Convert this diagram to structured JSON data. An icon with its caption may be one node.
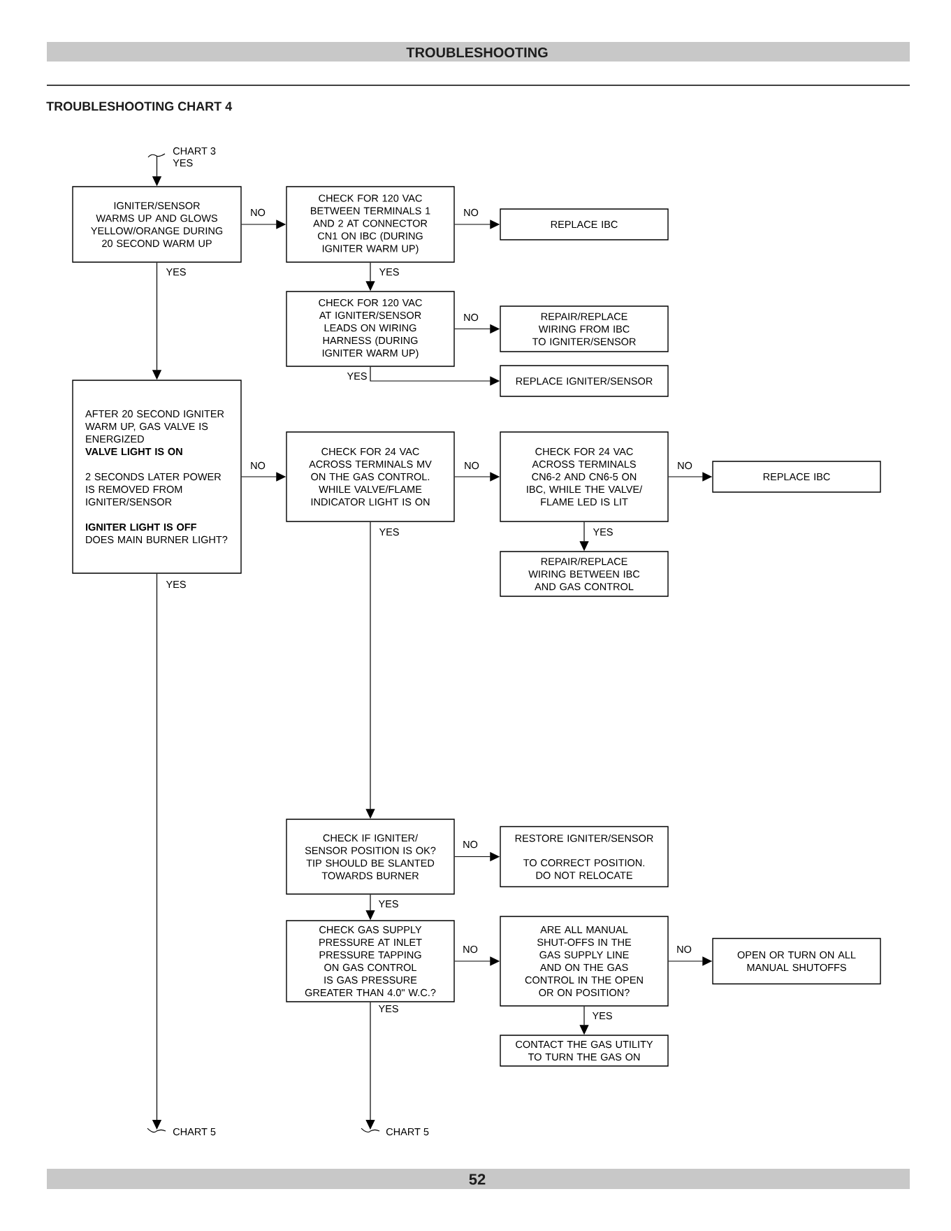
{
  "diagram": {
    "title": "TROUBLESHOOTING CHART 4",
    "nodes": [
      {
        "text": [
          "CHART 3"
        ]
      },
      {
        "text": [
          "IGNITER/SENSOR WARMS UP AND GLOWS YELLOW/ORANGE DURING 20 SECOND WARM UP"
        ]
      },
      {
        "text": [
          "CHECK FOR 120 VAC BETWEEN TERMINALS 1 AND 2 AT CONNECTOR CN1 ON IBC (DURING IGNITER WARM UP)"
        ]
      },
      {
        "text": [
          "REPLACE IBC"
        ]
      },
      {
        "text": [
          "CHECK FOR 120 VAC AT IGNITER/SENSOR LEADS ON WIRING HARNESS (DURING IGNITER WARM UP)"
        ]
      },
      {
        "text": [
          "REPAIR/REPLACE WIRING FROM IBC TO IGNITER/SENSOR"
        ]
      },
      {
        "text": [
          "REPLACE IGNITER/SENSOR"
        ]
      },
      {
        "text": [
          "AFTER 20 SECOND IGNITER WARM UP, GAS VALVE IS ENERGIZED",
          "VALVE LIGHT IS ON",
          "2 SECONDS LATER POWER IS REMOVED FROM IGNITER/SENSOR",
          "IGNITER LIGHT IS OFF",
          "DOES MAIN BURNER LIGHT?"
        ]
      },
      {
        "text": [
          "CHECK FOR 24 VAC ACROSS TERMINALS MV ON THE GAS CONTROL. WHILE VALVE/FLAME INDICATOR LIGHT IS ON"
        ]
      },
      {
        "text": [
          "CHECK FOR 24 VAC ACROSS TERMINALS CN6-2 AND CN6-5 ON IBC, WHILE THE VALVE/ FLAME LED IS LIT"
        ]
      },
      {
        "text": [
          "REPLACE IBC"
        ]
      },
      {
        "text": [
          "REPAIR/REPLACE WIRING BETWEEN IBC AND GAS CONTROL"
        ]
      },
      {
        "text": [
          "CHECK IF IGNITER/ SENSOR POSITION IS OK? TIP SHOULD BE SLANTED TOWARDS BURNER"
        ]
      },
      {
        "text": [
          "RESTORE IGNITER/SENSOR",
          "TO CORRECT POSITION. DO NOT RELOCATE"
        ]
      },
      {
        "text": [
          "CHECK GAS SUPPLY PRESSURE AT INLET PRESSURE TAPPING ON GAS CONTROL IS GAS PRESSURE GREATER THAN 4.0\" W.C.?"
        ]
      },
      {
        "text": [
          "ARE ALL MANUAL SHUT-OFFS IN THE GAS SUPPLY LINE AND ON THE GAS CONTROL IN THE OPEN OR ON POSITION?"
        ]
      },
      {
        "text": [
          "OPEN OR TURN ON ALL MANUAL SHUTOFFS"
        ]
      },
      {
        "text": [
          "CONTACT THE GAS UTILITY TO TURN THE GAS ON"
        ]
      },
      {
        "text": [
          "CHART 5"
        ]
      },
      {
        "text": [
          "CHART 5"
        ]
      }
    ],
    "edges": [
      {
        "from": 0,
        "to": 1,
        "arrow": "to",
        "label": "YES"
      },
      {
        "from": 1,
        "to": 2,
        "arrow": "to",
        "label": "NO"
      },
      {
        "from": 2,
        "to": 3,
        "arrow": "to",
        "label": "NO"
      },
      {
        "from": 2,
        "to": 4,
        "arrow": "to",
        "label": "YES"
      },
      {
        "from": 4,
        "to": 5,
        "arrow": "to",
        "label": "NO"
      },
      {
        "from": 4,
        "to": 6,
        "arrow": "to",
        "label": "YES"
      },
      {
        "from": 1,
        "to": 7,
        "arrow": "to",
        "label": "YES"
      },
      {
        "from": 7,
        "to": 8,
        "arrow": "to",
        "label": "NO"
      },
      {
        "from": 8,
        "to": 9,
        "arrow": "to",
        "label": "NO"
      },
      {
        "from": 9,
        "to": 10,
        "arrow": "to",
        "label": "NO"
      },
      {
        "from": 9,
        "to": 11,
        "arrow": "to",
        "label": "YES"
      },
      {
        "from": 8,
        "to": 12,
        "arrow": "to",
        "label": "YES"
      },
      {
        "from": 12,
        "to": 13,
        "arrow": "to",
        "label": "NO"
      },
      {
        "from": 12,
        "to": 14,
        "arrow": "to",
        "label": "YES"
      },
      {
        "from": 14,
        "to": 15,
        "arrow": "to",
        "label": "NO"
      },
      {
        "from": 15,
        "to": 16,
        "arrow": "to",
        "label": "NO"
      },
      {
        "from": 15,
        "to": 17,
        "arrow": "to",
        "label": "YES"
      },
      {
        "from": 7,
        "to": 18,
        "arrow": "to",
        "label": "YES"
      },
      {
        "from": 14,
        "to": 19,
        "arrow": "to",
        "label": "YES"
      }
    ],
    "labels": [
      "TROUBLESHOOTING",
      "52"
    ]
  }
}
